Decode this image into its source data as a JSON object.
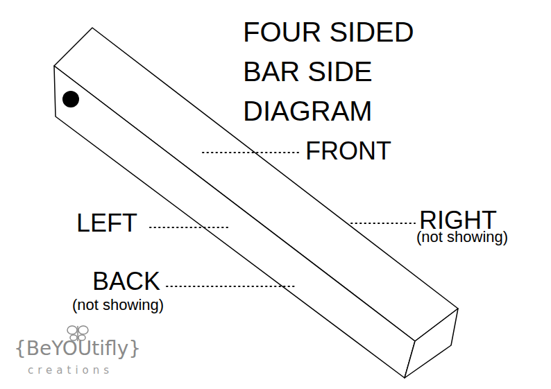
{
  "diagram": {
    "title": "FOUR SIDED BAR SIDE DIAGRAM",
    "labels": [
      "FRONT",
      "LEFT",
      "RIGHT",
      "(not showing)",
      "BACK",
      "(not showing)",
      "{BeYOUtifly}",
      "creations"
    ]
  }
}
